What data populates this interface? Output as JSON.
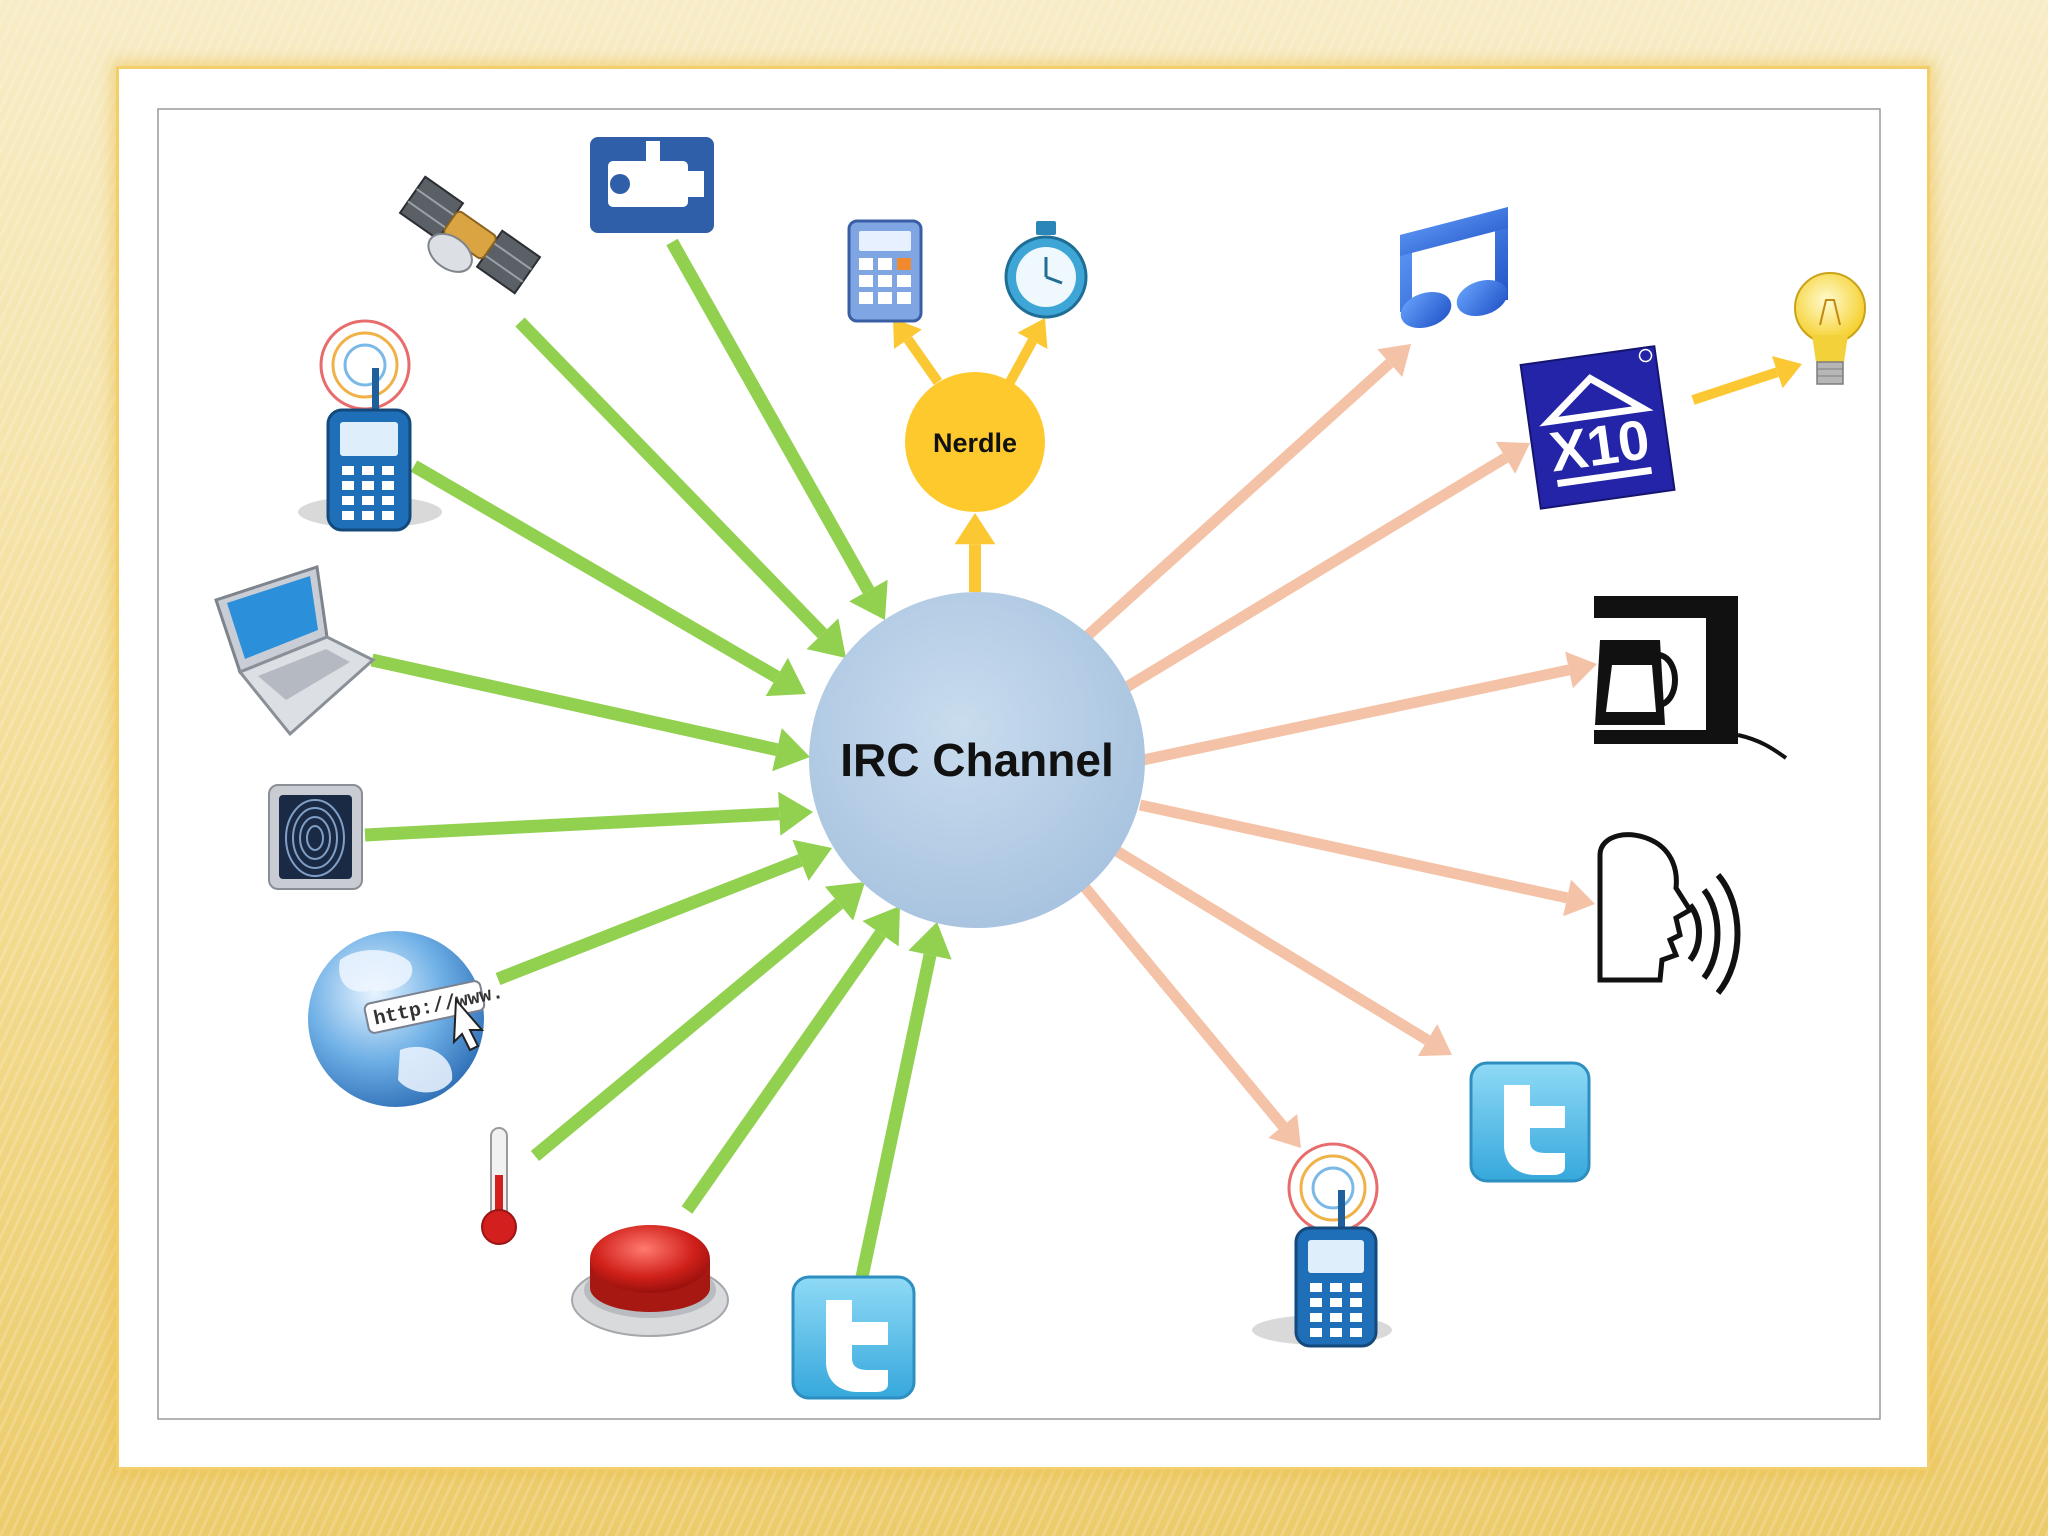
{
  "diagram": {
    "center_label": "IRC Channel",
    "bot_label": "Nerdle",
    "x10_logo_text": "X10",
    "url_bar_text": "http://www.",
    "colors": {
      "input_arrow": "#92d050",
      "output_arrow": "#f4c2a6",
      "bot_arrow": "#fbc834",
      "center_fill": "#b9d0e6",
      "bot_fill": "#fdc92c",
      "x10_blue": "#2222aa"
    },
    "inputs": [
      {
        "icon": "satellite-icon"
      },
      {
        "icon": "security-camera-icon"
      },
      {
        "icon": "mobile-phone-icon"
      },
      {
        "icon": "laptop-icon"
      },
      {
        "icon": "fingerprint-scanner-icon"
      },
      {
        "icon": "web-globe-icon"
      },
      {
        "icon": "thermometer-icon"
      },
      {
        "icon": "red-button-icon"
      },
      {
        "icon": "twitter-icon"
      }
    ],
    "bot_outputs": [
      {
        "icon": "calculator-icon"
      },
      {
        "icon": "stopwatch-icon"
      }
    ],
    "outputs": [
      {
        "icon": "music-note-icon"
      },
      {
        "icon": "x10-logo-icon"
      },
      {
        "icon": "coffee-maker-icon"
      },
      {
        "icon": "speech-head-icon"
      },
      {
        "icon": "twitter-icon"
      },
      {
        "icon": "mobile-phone-icon"
      }
    ],
    "x10_outputs": [
      {
        "icon": "light-bulb-icon"
      }
    ]
  }
}
